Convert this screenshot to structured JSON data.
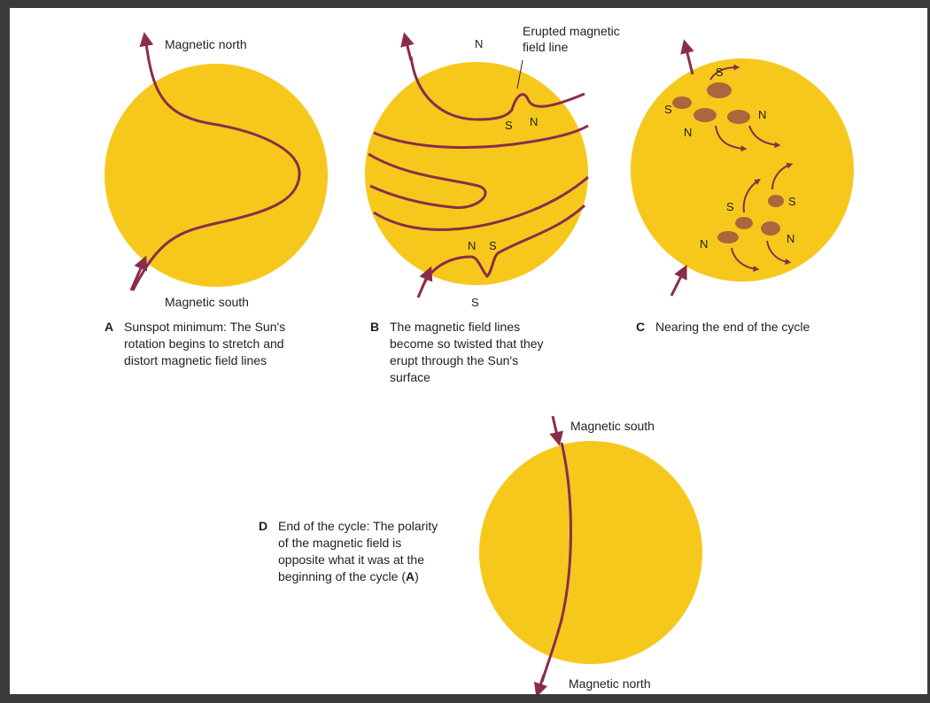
{
  "colors": {
    "sun": "#f7c81c",
    "field_line": "#8a2e48",
    "sunspot": "#a9673e",
    "frame": "#3b3b3b",
    "background": "#ffffff"
  },
  "panel_a": {
    "top_label": "Magnetic north",
    "bottom_label": "Magnetic south",
    "letter": "A",
    "caption_lines": [
      "Sunspot minimum: The Sun's",
      "rotation begins to stretch and",
      "distort magnetic field lines"
    ]
  },
  "panel_b": {
    "pole_top": "N",
    "callout_lines": [
      "Erupted magnetic",
      "field line"
    ],
    "upper_loop": [
      "S",
      "N"
    ],
    "lower_loop": [
      "N",
      "S"
    ],
    "pole_bottom": "S",
    "letter": "B",
    "caption_lines": [
      "The magnetic field lines",
      "become so twisted that they",
      "erupt through the Sun's",
      "surface"
    ]
  },
  "panel_c": {
    "spot_labels": [
      "S",
      "S",
      "N",
      "N",
      "S",
      "S",
      "N",
      "N"
    ],
    "letter": "C",
    "caption_lines": [
      "Nearing the end of the cycle"
    ]
  },
  "panel_d": {
    "top_label": "Magnetic south",
    "bottom_label": "Magnetic north",
    "letter": "D",
    "caption_lines": [
      "End of the cycle: The polarity",
      "of the magnetic field is",
      "opposite what it was at the",
      "beginning of the cycle ("
    ],
    "caption_ref": "A",
    "caption_close": ")"
  }
}
